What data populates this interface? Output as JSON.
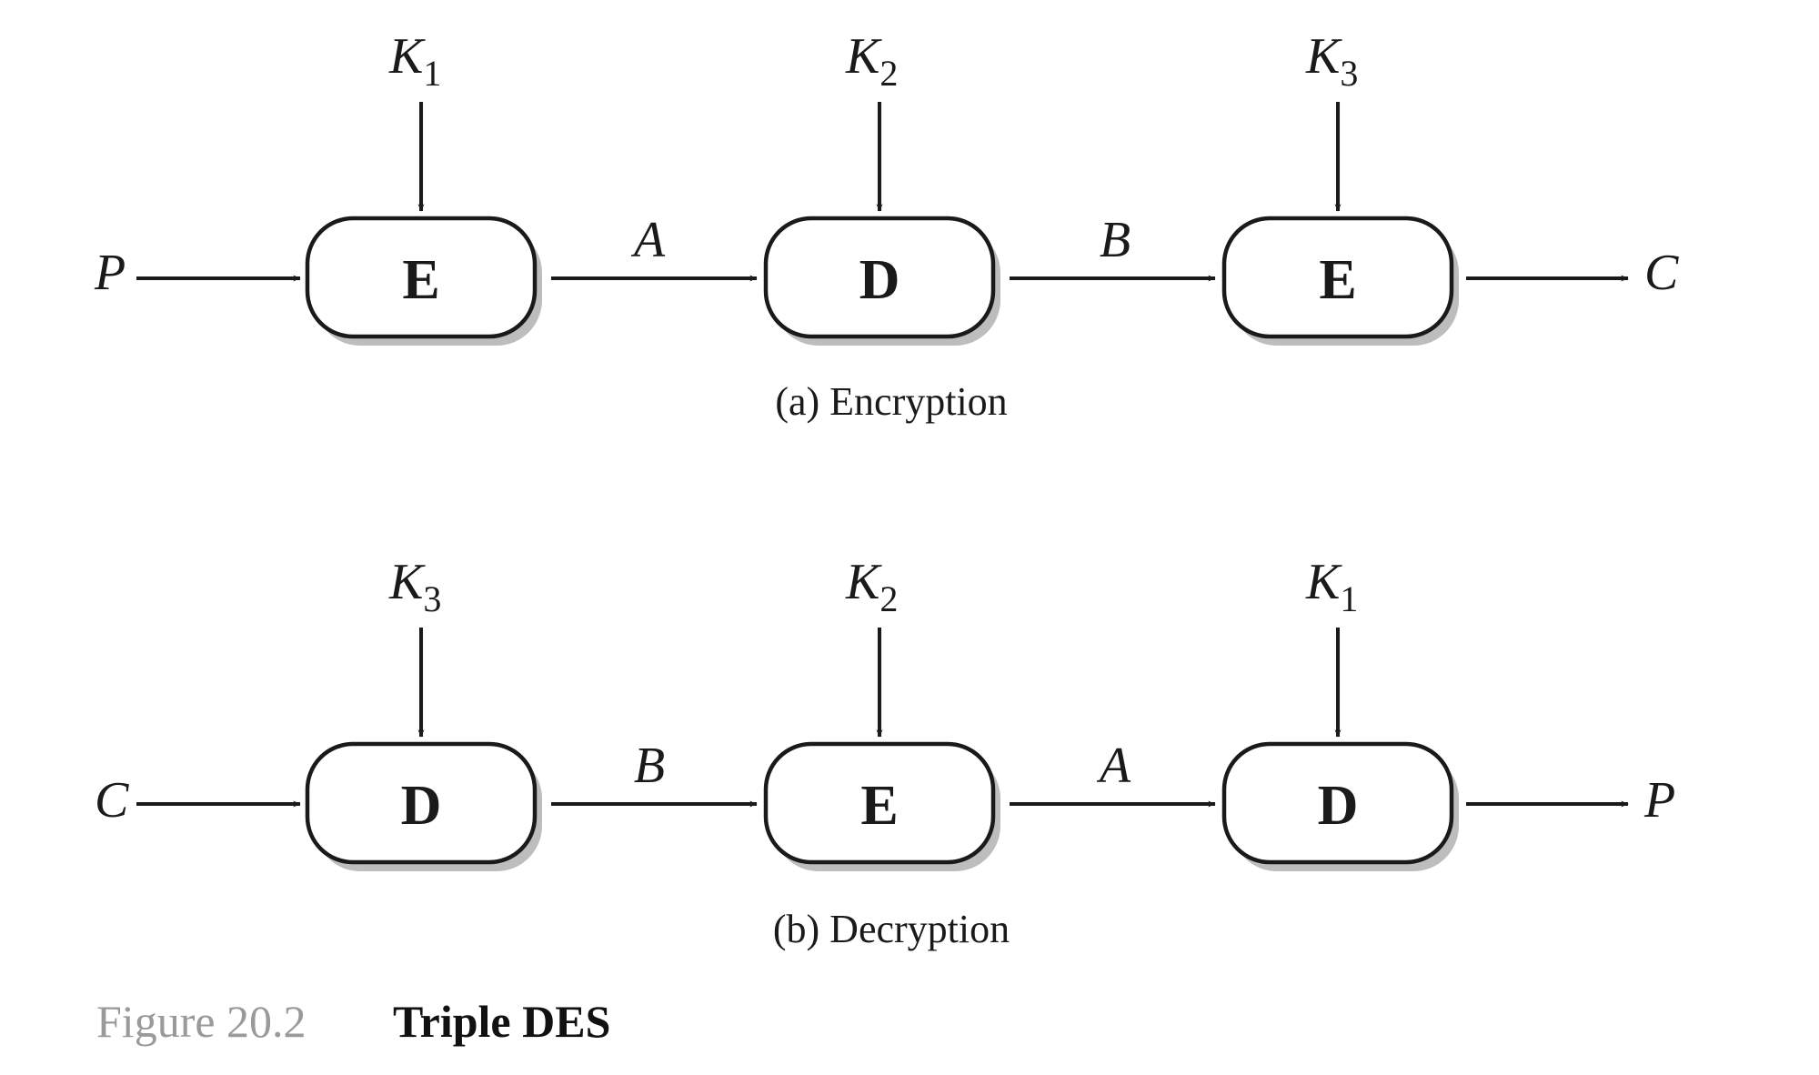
{
  "encryption": {
    "input": "P",
    "output": "C",
    "keys": [
      {
        "base": "K",
        "sub": "1"
      },
      {
        "base": "K",
        "sub": "2"
      },
      {
        "base": "K",
        "sub": "3"
      }
    ],
    "boxes": [
      "E",
      "D",
      "E"
    ],
    "intermediates": [
      "A",
      "B"
    ],
    "caption": "(a) Encryption"
  },
  "decryption": {
    "input": "C",
    "output": "P",
    "keys": [
      {
        "base": "K",
        "sub": "3"
      },
      {
        "base": "K",
        "sub": "2"
      },
      {
        "base": "K",
        "sub": "1"
      }
    ],
    "boxes": [
      "D",
      "E",
      "D"
    ],
    "intermediates": [
      "B",
      "A"
    ],
    "caption": "(b) Decryption"
  },
  "figure": {
    "number": "Figure 20.2",
    "title": "Triple DES"
  }
}
